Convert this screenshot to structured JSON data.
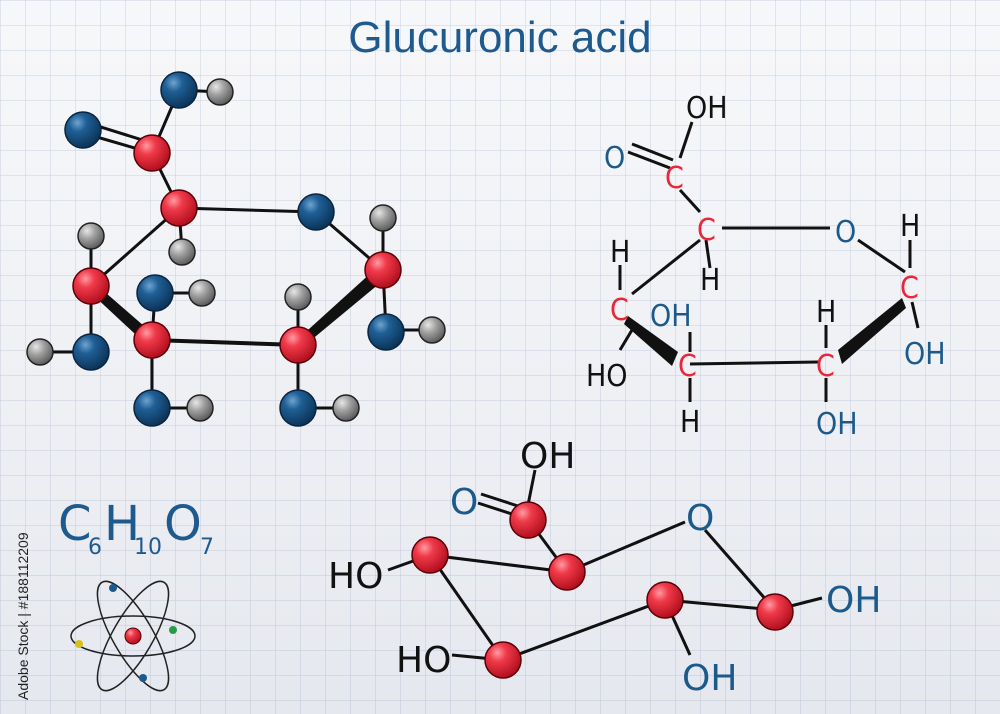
{
  "title": "Glucuronic acid",
  "formula": {
    "c": "C",
    "c_n": "6",
    "h": "H",
    "h_n": "10",
    "o": "O",
    "o_n": "7"
  },
  "watermark": "Adobe Stock | #188112209",
  "skeletal_labels": {
    "c": "C",
    "o": "O",
    "h": "H",
    "oh": "OH",
    "ho": "HO"
  },
  "colors": {
    "carbon": "#e8283a",
    "oxygen": "#1c5a8c",
    "hydrogen": "#9a9a9a",
    "title": "#1f5a8f",
    "bond": "#111111",
    "grid": "#b7bfd3"
  },
  "icon": "atom-icon"
}
